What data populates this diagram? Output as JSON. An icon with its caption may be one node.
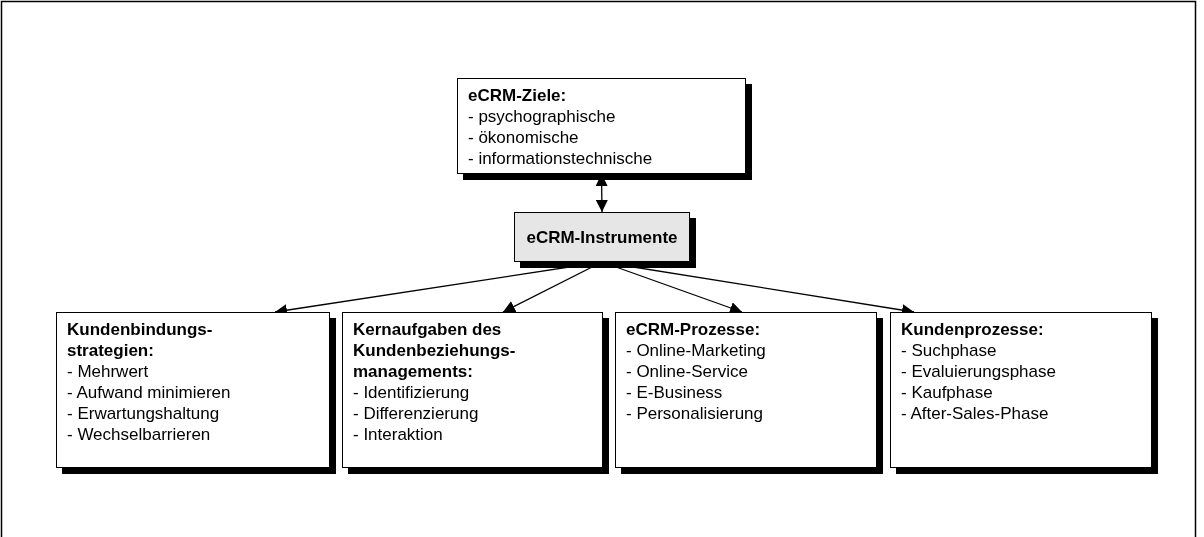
{
  "diagram": {
    "nodes": [
      {
        "text": [
          "eCRM-Ziele:",
          "- psychographische",
          "- ökonomische",
          "- informationstechnische"
        ]
      },
      {
        "text": [
          "eCRM-Instrumente"
        ]
      },
      {
        "text": [
          "Kundenbindungs- strategien:",
          "- Mehrwert",
          "- Aufwand minimieren",
          "- Erwartungshaltung",
          "- Wechselbarrieren"
        ]
      },
      {
        "text": [
          "Kernaufgaben des Kundenbeziehungs- managements:",
          "- Identifizierung",
          "- Differenzierung",
          "- Interaktion"
        ]
      },
      {
        "text": [
          "eCRM-Prozesse:",
          "- Online-Marketing",
          "- Online-Service",
          "- E-Business",
          "- Personalisierung"
        ]
      },
      {
        "text": [
          "Kundenprozesse:",
          "- Suchphase",
          "- Evaluierungsphase",
          "- Kaufphase",
          "- After-Sales-Phase"
        ]
      }
    ],
    "edges": [
      {
        "from": 0,
        "to": 1,
        "arrow": "both"
      },
      {
        "from": 1,
        "to": 2,
        "arrow": "to"
      },
      {
        "from": 1,
        "to": 3,
        "arrow": "to"
      },
      {
        "from": 1,
        "to": 4,
        "arrow": "to"
      },
      {
        "from": 1,
        "to": 5,
        "arrow": "to"
      }
    ]
  }
}
